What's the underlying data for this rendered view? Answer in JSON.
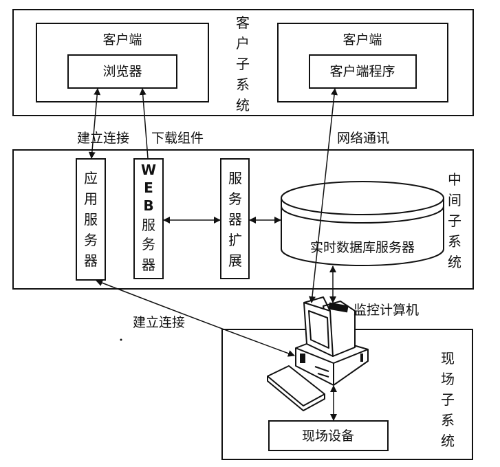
{
  "client_subsystem": {
    "title": "客户子系统",
    "left_client": {
      "title": "客户端",
      "inner": "浏览器"
    },
    "right_client": {
      "title": "客户端",
      "inner": "客户端程序"
    }
  },
  "middle_subsystem": {
    "title": "中间子系统",
    "app_server": "应用服务器",
    "web_server_latin": [
      "W",
      "E",
      "B"
    ],
    "web_server_cjk": "服务器",
    "server_ext": "服务器扩展",
    "db_server": "实时数据库服务器"
  },
  "field_subsystem": {
    "title": "现场子系统",
    "monitor_pc": "监控计算机",
    "field_device": "现场设备"
  },
  "connections": {
    "establish_connection_top": "建立连接",
    "download_component": "下载组件",
    "network_comm": "网络通讯",
    "establish_connection_bottom": "建立连接"
  }
}
